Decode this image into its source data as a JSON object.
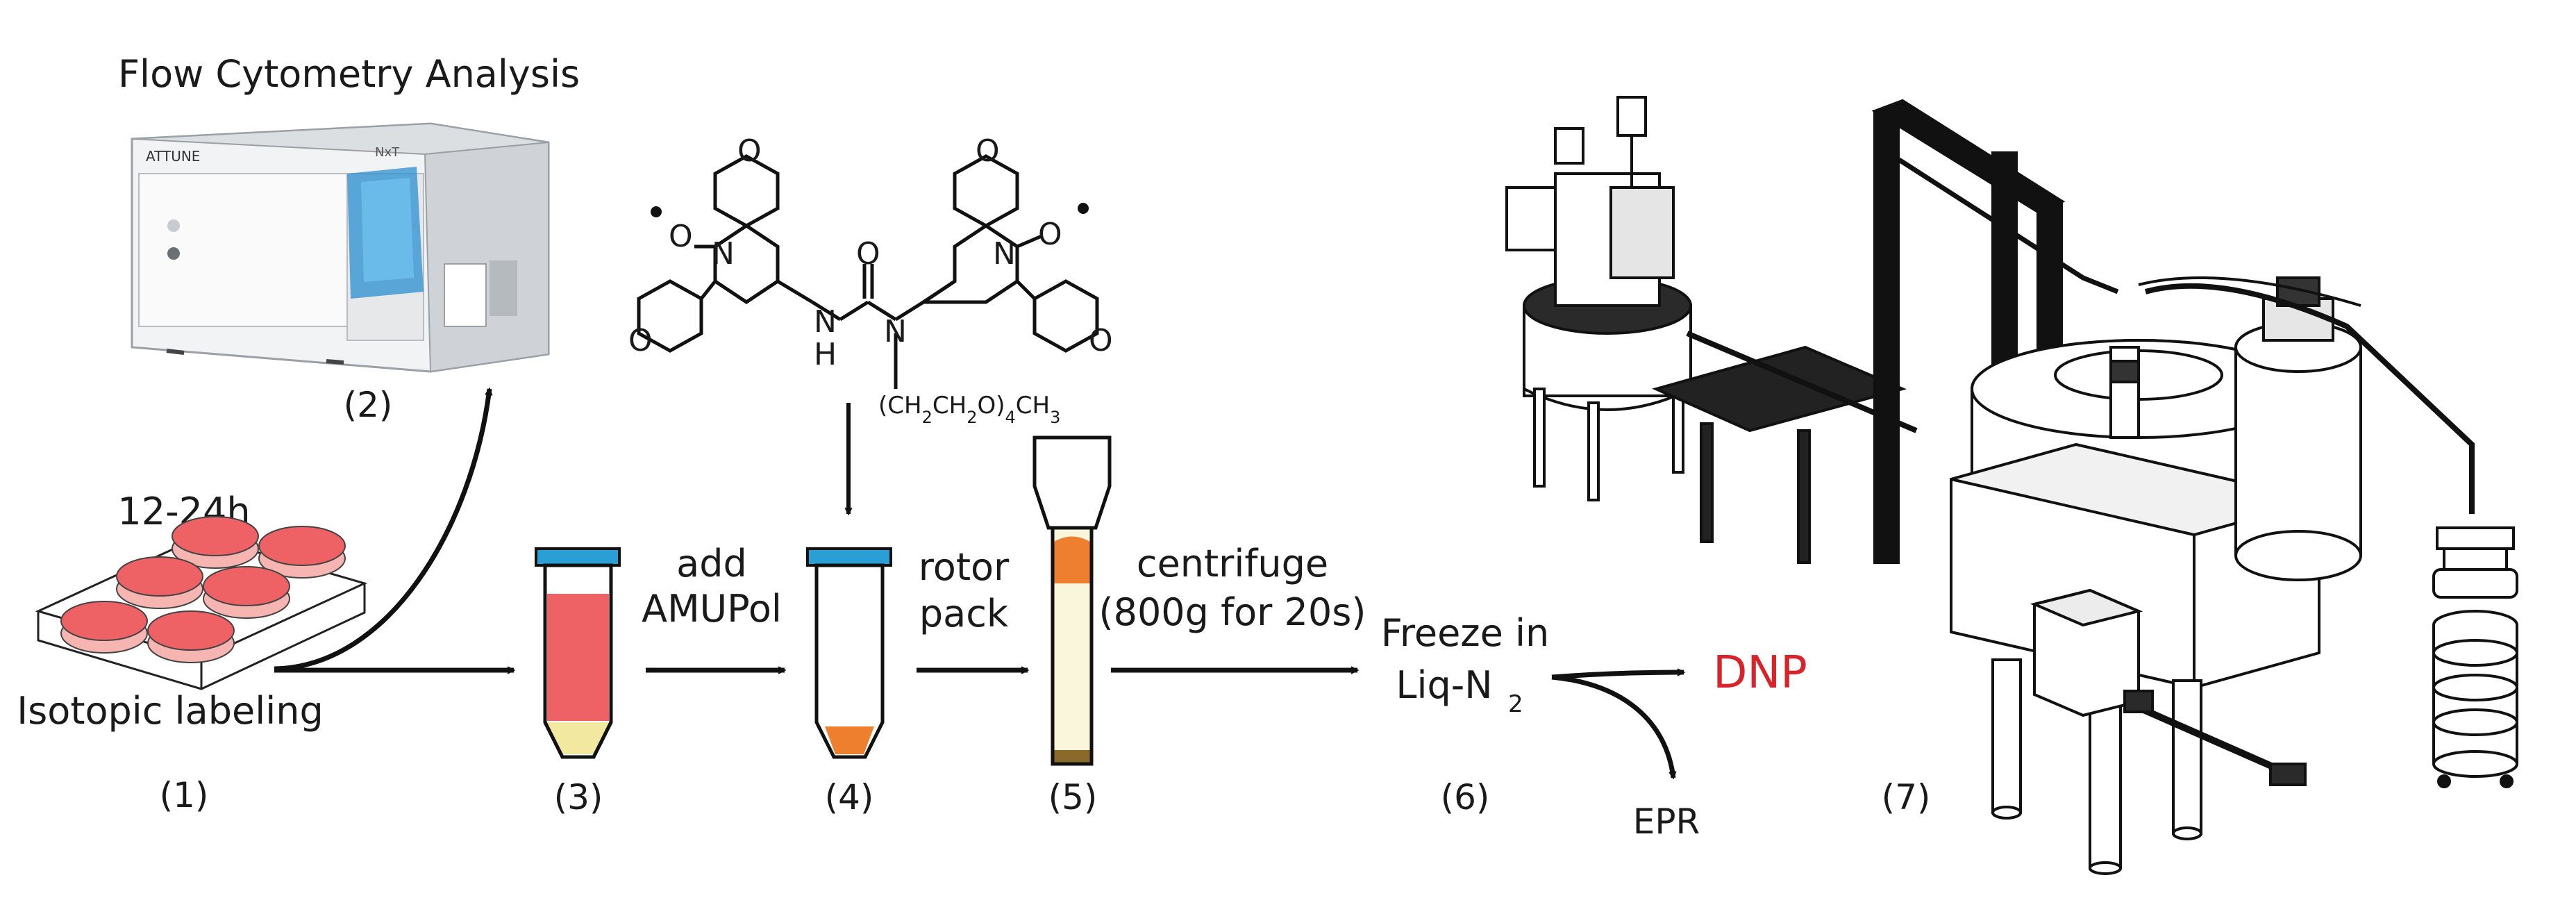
{
  "labels": {
    "flow_title": "Flow Cytometry Analysis",
    "time": "12-24h",
    "isotopic": "Isotopic labeling",
    "add": "add",
    "amupol": "AMUPol",
    "rotor": "rotor",
    "pack": "pack",
    "centrifuge": "centrifuge",
    "centrifuge_cond": "(800g for 20s)",
    "freeze_line1": "Freeze in",
    "freeze_line2": "Liq-N",
    "freeze_sub": "2",
    "dnp": "DNP",
    "epr": "EPR",
    "instrument_brand": "ATTUNE",
    "instrument_model": "NxT"
  },
  "steps": {
    "s1": "(1)",
    "s2": "(2)",
    "s3": "(3)",
    "s4": "(4)",
    "s5": "(5)",
    "s6": "(6)",
    "s7": "(7)"
  },
  "molecule": {
    "N_left": "N",
    "O_rad_left": "O",
    "O_ring1": "O",
    "O_ring2": "O",
    "N_right": "N",
    "O_rad_right": "O",
    "O_ring3": "O",
    "O_ring4": "O",
    "urea_O": "O",
    "NH_N": "N",
    "NH_H": "H",
    "N_alk": "N",
    "peg_chain": "(CH2CH2O)4CH3"
  },
  "colors": {
    "dnp": "#d8232a",
    "cap": "#2a9fd6",
    "cell_fill": "#ee6266",
    "orange": "#ee7f2f",
    "cream": "#faf6dc",
    "yellow": "#f3e8a0",
    "brown": "#8a6a2a"
  }
}
